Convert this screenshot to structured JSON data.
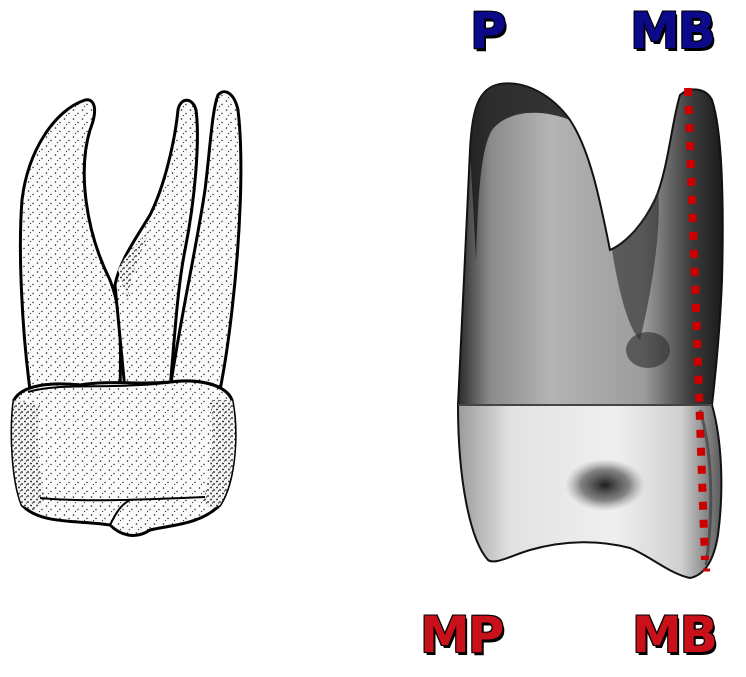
{
  "labels": {
    "top_left": "P",
    "top_right": "MB",
    "bottom_left": "MP",
    "bottom_right": "MB"
  },
  "colors": {
    "top_labels": "#0c0a8a",
    "bottom_labels": "#c8111b",
    "reference_line": "#cc0000"
  }
}
